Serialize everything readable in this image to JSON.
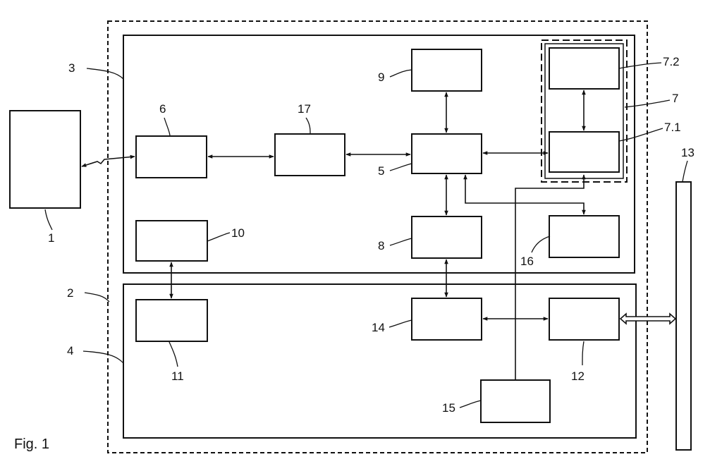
{
  "figure": {
    "caption": "Fig. 1",
    "labels": {
      "l1": "1",
      "l2": "2",
      "l3": "3",
      "l4": "4",
      "l5": "5",
      "l6": "6",
      "l7": "7",
      "l7_1": "7.1",
      "l7_2": "7.2",
      "l8": "8",
      "l9": "9",
      "l10": "10",
      "l11": "11",
      "l12": "12",
      "l13": "13",
      "l14": "14",
      "l15": "15",
      "l16": "16",
      "l17": "17"
    }
  }
}
